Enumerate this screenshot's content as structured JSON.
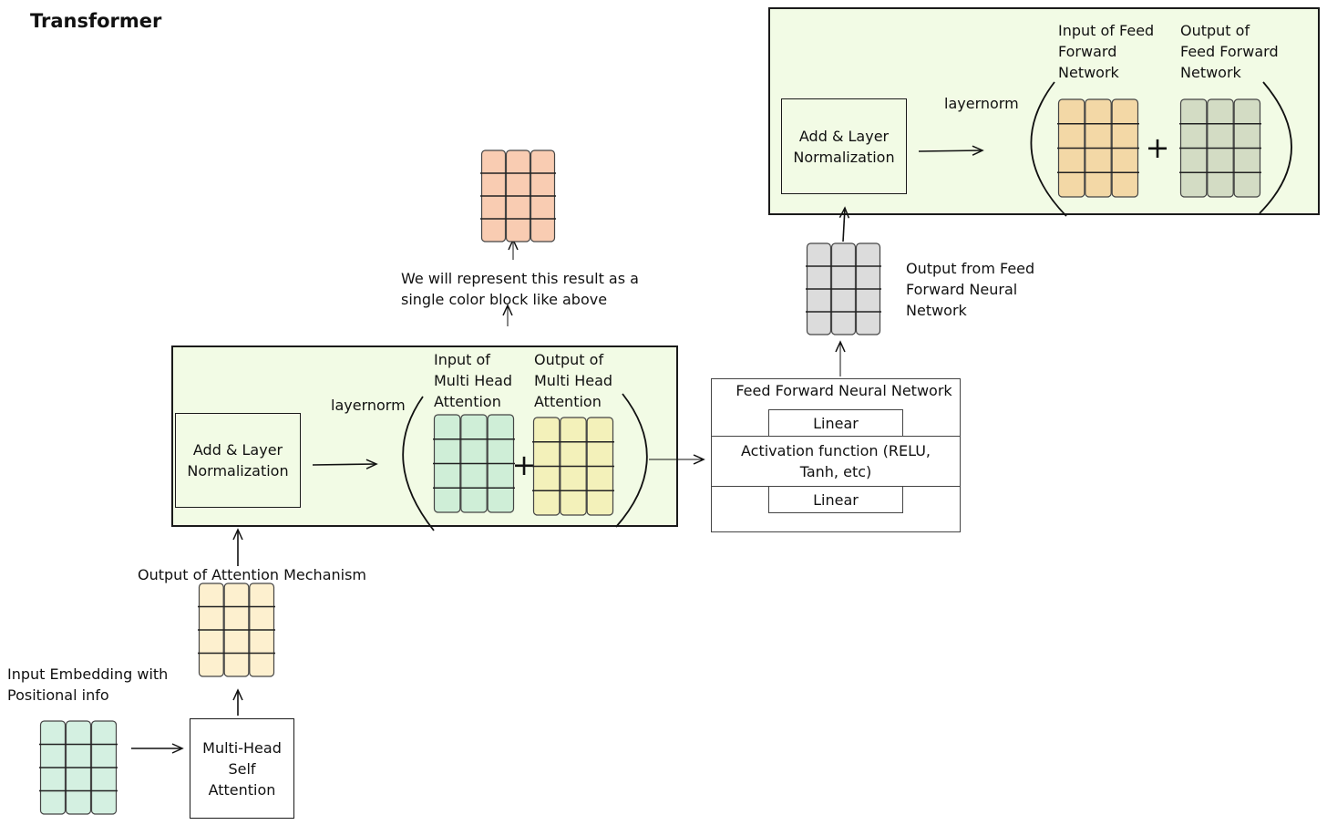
{
  "title": "Transformer",
  "colors": {
    "embedding": "#d4f0e1",
    "attention_output": "#fdf0cf",
    "mha_input": "#cfeed7",
    "mha_output": "#f3f1ba",
    "result_block": "#f9ccb2",
    "ffn_output": "#dcdcdc",
    "ff_input": "#f3d8a6",
    "ff_output": "#d3dcc4",
    "panel": "#f2fbe5"
  },
  "labels": {
    "input_embedding": "Input Embedding with\nPositional info",
    "output_attention": "Output of Attention Mechanism",
    "result_note": "We will represent this result as a\nsingle color block like above",
    "output_ffn": "Output from Feed\nForward Neural\nNetwork"
  },
  "mha_box": {
    "label": "Multi-Head\nSelf\nAttention"
  },
  "addnorm_1": {
    "box_label": "Add & Layer\nNormalization",
    "arrow_label": "layernorm",
    "input_label": "Input of\nMulti Head\nAttention",
    "output_label": "Output of\nMulti Head\nAttention",
    "plus": "+"
  },
  "ffn": {
    "title": "Feed Forward Neural Network",
    "linear_top": "Linear",
    "activation": "Activation function (RELU,\nTanh, etc)",
    "linear_bottom": "Linear"
  },
  "addnorm_2": {
    "box_label": "Add & Layer\nNormalization",
    "arrow_label": "layernorm",
    "input_label": "Input of Feed\nForward\nNetwork",
    "output_label": "Output of\nFeed Forward\nNetwork",
    "plus": "+"
  }
}
